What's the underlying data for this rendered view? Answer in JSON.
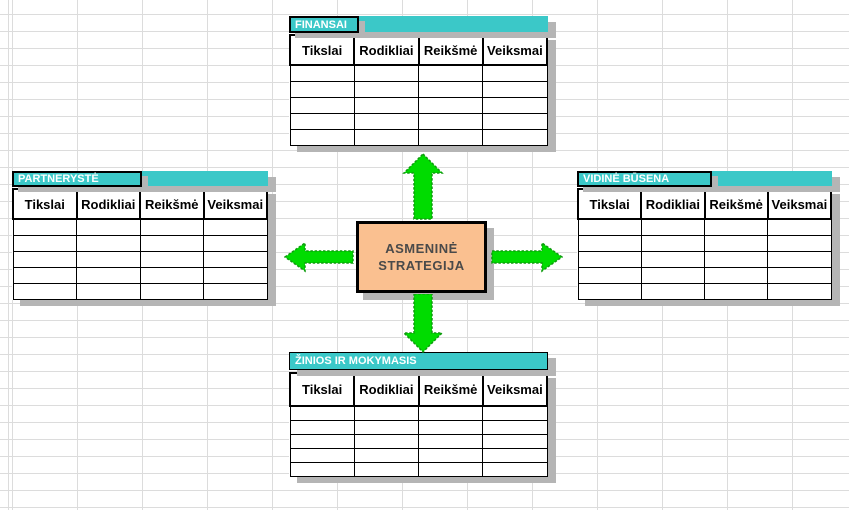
{
  "diagram": {
    "center": {
      "line1": "ASMENINĖ",
      "line2": "STRATEGIJA"
    },
    "columns": [
      "Tikslai",
      "Rodikliai",
      "Reikšmė",
      "Veiksmai"
    ],
    "tables": {
      "top": {
        "title": "FINANSAI"
      },
      "left": {
        "title": "PARTNERYSTĖ"
      },
      "right": {
        "title": "VIDINĖ BŪSENA"
      },
      "bottom": {
        "title": "ŽINIOS IR MOKYMASIS"
      }
    },
    "empty_rows_per_table": 5,
    "arrows": [
      "up",
      "left",
      "right",
      "down"
    ],
    "colors": {
      "banner_teal": "#3bc8c8",
      "arrow_fill": "#00dc00",
      "arrow_border": "#0f9b0f",
      "center_fill": "#fac090",
      "shadow_gray": "#b5b5b5",
      "grid_line": "#dcdcdc"
    }
  }
}
